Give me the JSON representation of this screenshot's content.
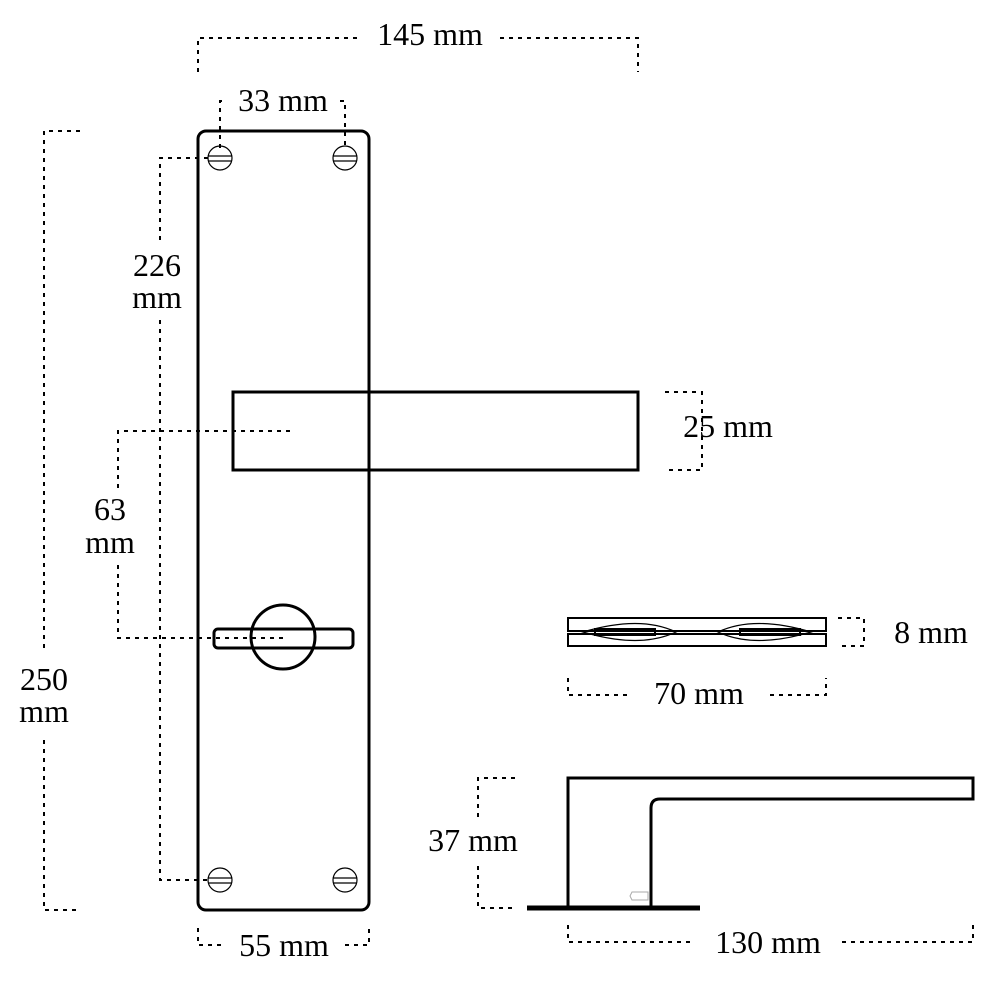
{
  "dimensions": {
    "overall_width": "145 mm",
    "screw_spacing": "33 mm",
    "plate_height": [
      "250",
      "mm"
    ],
    "screw_vertical_spacing": [
      "226",
      "mm"
    ],
    "lever_to_turn_distance": [
      "63",
      "mm"
    ],
    "lever_height": "25 mm",
    "plate_width": "55 mm",
    "spindle_thickness": "8 mm",
    "spindle_length": "70 mm",
    "lever_projection": "37 mm",
    "lever_length": "130 mm"
  }
}
